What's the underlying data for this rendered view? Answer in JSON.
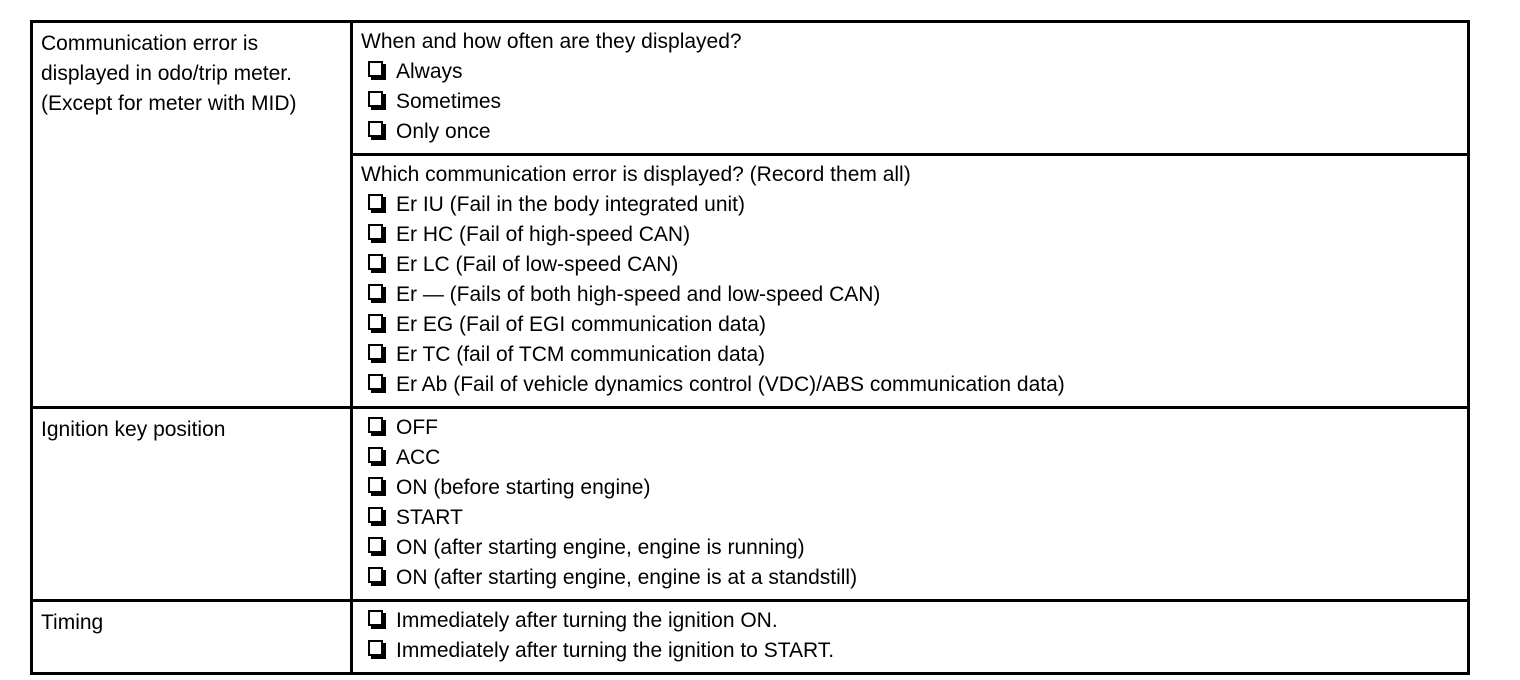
{
  "table": {
    "colors": {
      "border": "#000000",
      "text": "#000000",
      "background": "#ffffff"
    },
    "checkbox_style": "shadowed-white-square-unchecked",
    "rows": [
      {
        "label": "Communication error is displayed in odo/trip meter. (Except for meter with MID)",
        "groups": [
          {
            "question": "When and how often are they displayed?",
            "options": [
              "Always",
              "Sometimes",
              "Only once"
            ]
          },
          {
            "question": "Which communication error is displayed? (Record them all)",
            "options": [
              "Er IU (Fail in the body integrated unit)",
              "Er HC (Fail of high-speed CAN)",
              "Er LC (Fail of low-speed CAN)",
              "Er — (Fails of both high-speed and low-speed CAN)",
              "Er EG (Fail of EGI communication data)",
              "Er TC (fail of TCM communication data)",
              "Er Ab (Fail of vehicle dynamics control (VDC)/ABS communication data)"
            ]
          }
        ]
      },
      {
        "label": "Ignition key position",
        "groups": [
          {
            "options": [
              "OFF",
              "ACC",
              "ON (before starting engine)",
              "START",
              "ON (after starting engine, engine is running)",
              "ON (after starting engine, engine is at a standstill)"
            ]
          }
        ]
      },
      {
        "label": "Timing",
        "groups": [
          {
            "options": [
              "Immediately after turning the ignition ON.",
              "Immediately after turning the ignition to START."
            ]
          }
        ]
      }
    ]
  }
}
